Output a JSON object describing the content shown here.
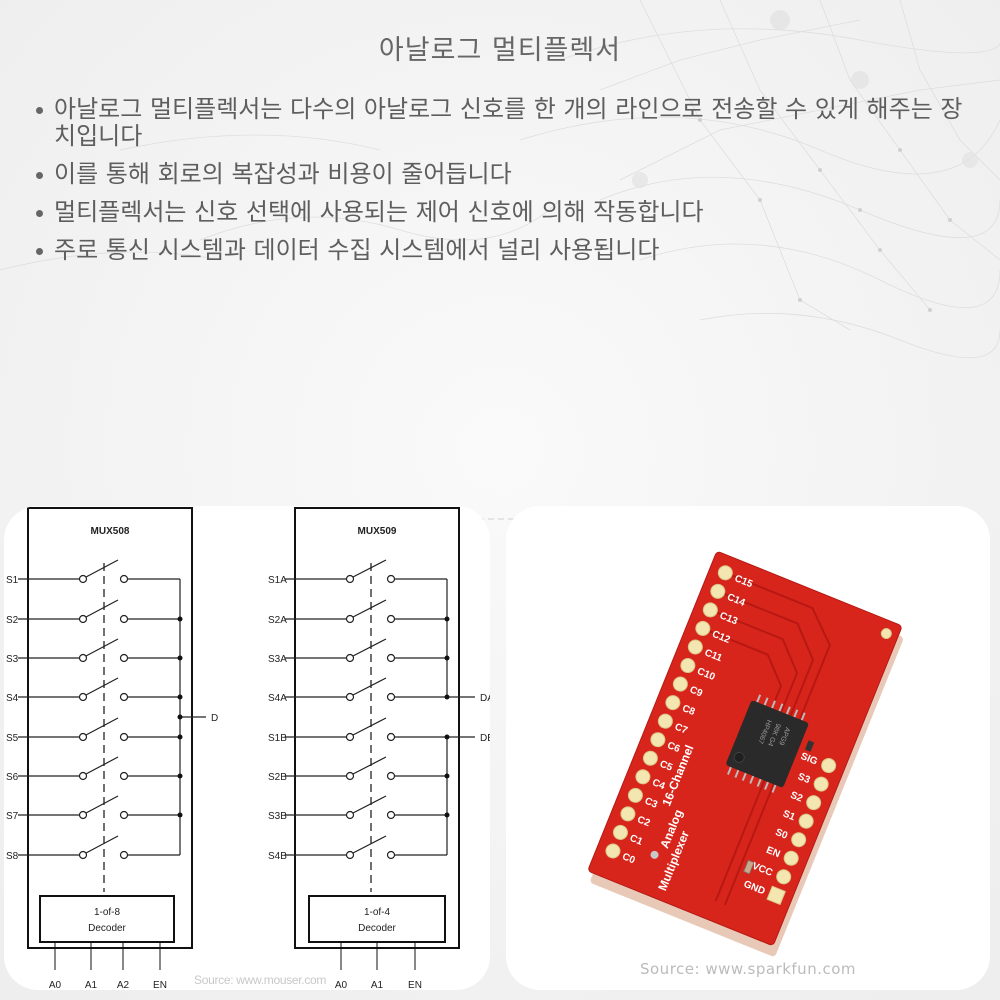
{
  "slide": {
    "title": "아날로그 멀티플렉서",
    "bullets": [
      "아날로그 멀티플렉서는 다수의 아날로그 신호를 한 개의 라인으로 전송할 수 있게 해주는 장치입니다",
      "이를 통해 회로의 복잡성과 비용이 줄어듭니다",
      "멀티플렉서는 신호 선택에 사용되는 제어 신호에 의해 작동합니다",
      "주로 통신 시스템과 데이터 수집 시스템에서 널리 사용됩니다"
    ]
  },
  "left_figure": {
    "mux508": {
      "title": "MUX508",
      "inputs": [
        "S1",
        "S2",
        "S3",
        "S4",
        "S5",
        "S6",
        "S7",
        "S8"
      ],
      "output": "D",
      "decoder_line1": "1-of-8",
      "decoder_line2": "Decoder",
      "controls": [
        "A0",
        "A1",
        "A2",
        "EN"
      ]
    },
    "mux509": {
      "title": "MUX509",
      "inputs": [
        "S1A",
        "S2A",
        "S3A",
        "S4A",
        "S1B",
        "S2B",
        "S3B",
        "S4B"
      ],
      "outputs": [
        "DA",
        "DB"
      ],
      "decoder_line1": "1-of-4",
      "decoder_line2": "Decoder",
      "controls": [
        "A0",
        "A1",
        "EN"
      ]
    },
    "source": "Source: www.mouser.com"
  },
  "right_figure": {
    "board_label_lines": [
      "16-Channel",
      "Analog",
      "Multiplexer"
    ],
    "left_pins": [
      "C15",
      "C14",
      "C13",
      "C12",
      "C11",
      "C10",
      "C9",
      "C8",
      "C7",
      "C6",
      "C5",
      "C4",
      "C3",
      "C2",
      "C1",
      "C0"
    ],
    "right_pins": [
      "SIG",
      "S3",
      "S2",
      "S1",
      "S0",
      "EN",
      "VCC",
      "GND"
    ],
    "chip_text": [
      "HP4067",
      "98K G4",
      "APG9"
    ],
    "source": "Source: www.sparkfun.com",
    "colors": {
      "pcb": "#d8251c",
      "pcb_dark": "#a8140f",
      "pad": "#f3e6b0",
      "chip": "#2a2a2a"
    }
  }
}
